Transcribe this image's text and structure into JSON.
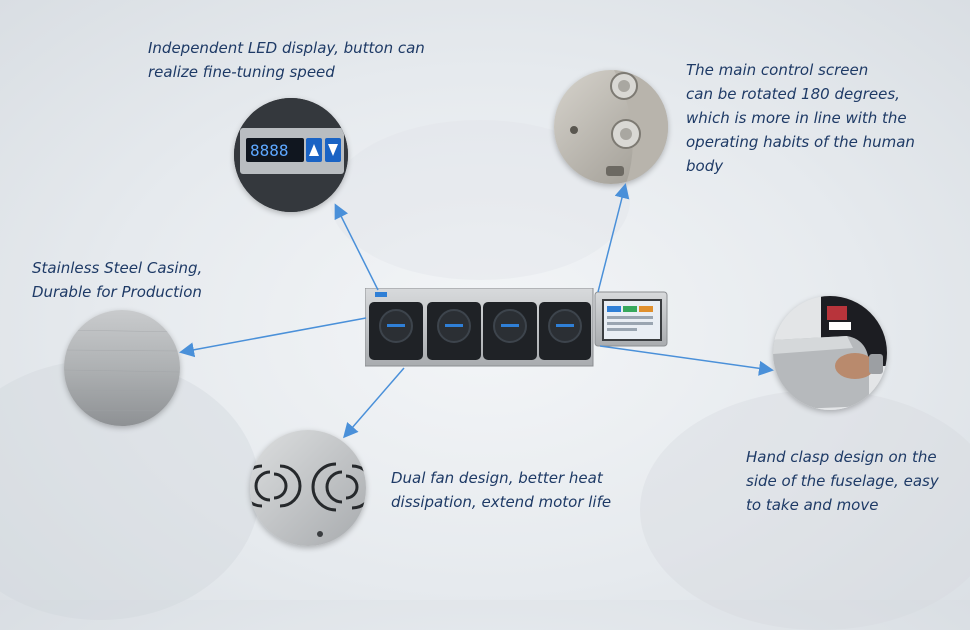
{
  "captions": {
    "led_display": "Independent LED display, button can\n realize fine-tuning speed",
    "control_screen": "The main control screen\n can be rotated 180 degrees,\nwhich is more in line with the\noperating habits of the human\nbody",
    "steel_casing": "Stainless Steel Casing,\n Durable for Production",
    "dual_fan": "Dual fan design, better heat\ndissipation, extend motor life",
    "hand_clasp": "Hand clasp design on the\nside of the fuselage, easy\n to take and move"
  },
  "led_display": {
    "digits": "8888"
  },
  "colors": {
    "caption_text": "#1e3a66",
    "arrow": "#4a90d9",
    "steel": "#c4c7ca",
    "pump_head": "#1f2226",
    "accent_blue": "#2f7fd6"
  },
  "icons": [
    "led-display-icon",
    "up-arrow-icon",
    "down-arrow-icon",
    "fan-grille-icon",
    "rotary-knob-icon"
  ]
}
